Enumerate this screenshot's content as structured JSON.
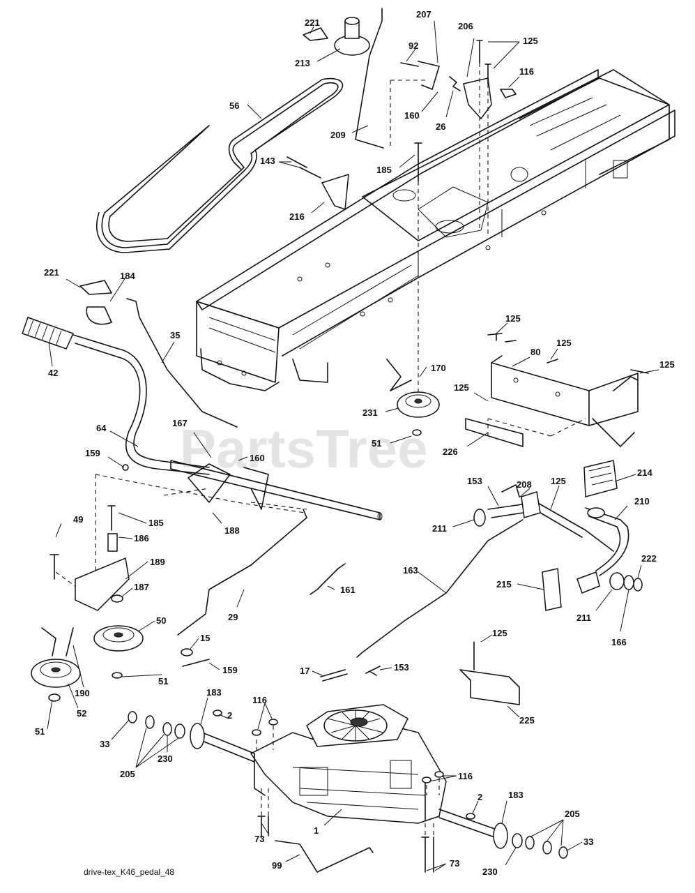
{
  "diagram": {
    "caption": "drive-tex_K46_pedal_48",
    "watermark": "PartsTree",
    "callouts": [
      {
        "id": "221a",
        "text": "221"
      },
      {
        "id": "213",
        "text": "213"
      },
      {
        "id": "207",
        "text": "207"
      },
      {
        "id": "206",
        "text": "206"
      },
      {
        "id": "125a",
        "text": "125"
      },
      {
        "id": "92",
        "text": "92"
      },
      {
        "id": "116a",
        "text": "116"
      },
      {
        "id": "56",
        "text": "56"
      },
      {
        "id": "160a",
        "text": "160"
      },
      {
        "id": "26",
        "text": "26"
      },
      {
        "id": "209",
        "text": "209"
      },
      {
        "id": "185a",
        "text": "185"
      },
      {
        "id": "143",
        "text": "143"
      },
      {
        "id": "216",
        "text": "216"
      },
      {
        "id": "221b",
        "text": "221"
      },
      {
        "id": "184",
        "text": "184"
      },
      {
        "id": "35",
        "text": "35"
      },
      {
        "id": "42",
        "text": "42"
      },
      {
        "id": "170",
        "text": "170"
      },
      {
        "id": "125b",
        "text": "125"
      },
      {
        "id": "80",
        "text": "80"
      },
      {
        "id": "125c",
        "text": "125"
      },
      {
        "id": "125d",
        "text": "125"
      },
      {
        "id": "125e",
        "text": "125"
      },
      {
        "id": "231",
        "text": "231"
      },
      {
        "id": "64",
        "text": "64"
      },
      {
        "id": "51a",
        "text": "51"
      },
      {
        "id": "226",
        "text": "226"
      },
      {
        "id": "167",
        "text": "167"
      },
      {
        "id": "159a",
        "text": "159"
      },
      {
        "id": "160b",
        "text": "160"
      },
      {
        "id": "214",
        "text": "214"
      },
      {
        "id": "153a",
        "text": "153"
      },
      {
        "id": "208",
        "text": "208"
      },
      {
        "id": "125f",
        "text": "125"
      },
      {
        "id": "210",
        "text": "210"
      },
      {
        "id": "211a",
        "text": "211"
      },
      {
        "id": "49",
        "text": "49"
      },
      {
        "id": "185b",
        "text": "185"
      },
      {
        "id": "186",
        "text": "186"
      },
      {
        "id": "188",
        "text": "188"
      },
      {
        "id": "189",
        "text": "189"
      },
      {
        "id": "163",
        "text": "163"
      },
      {
        "id": "222",
        "text": "222"
      },
      {
        "id": "187",
        "text": "187"
      },
      {
        "id": "161",
        "text": "161"
      },
      {
        "id": "215",
        "text": "215"
      },
      {
        "id": "50",
        "text": "50"
      },
      {
        "id": "29",
        "text": "29"
      },
      {
        "id": "211b",
        "text": "211"
      },
      {
        "id": "166",
        "text": "166"
      },
      {
        "id": "15",
        "text": "15"
      },
      {
        "id": "125g",
        "text": "125"
      },
      {
        "id": "159b",
        "text": "159"
      },
      {
        "id": "17",
        "text": "17"
      },
      {
        "id": "153b",
        "text": "153"
      },
      {
        "id": "190",
        "text": "190"
      },
      {
        "id": "51b",
        "text": "51"
      },
      {
        "id": "52",
        "text": "52"
      },
      {
        "id": "225",
        "text": "225"
      },
      {
        "id": "183a",
        "text": "183"
      },
      {
        "id": "116b",
        "text": "116"
      },
      {
        "id": "2a",
        "text": "2"
      },
      {
        "id": "51c",
        "text": "51"
      },
      {
        "id": "33a",
        "text": "33"
      },
      {
        "id": "230a",
        "text": "230"
      },
      {
        "id": "205a",
        "text": "205"
      },
      {
        "id": "116c",
        "text": "116"
      },
      {
        "id": "2b",
        "text": "2"
      },
      {
        "id": "183b",
        "text": "183"
      },
      {
        "id": "73a",
        "text": "73"
      },
      {
        "id": "1",
        "text": "1"
      },
      {
        "id": "205b",
        "text": "205"
      },
      {
        "id": "33b",
        "text": "33"
      },
      {
        "id": "99",
        "text": "99"
      },
      {
        "id": "73b",
        "text": "73"
      },
      {
        "id": "230b",
        "text": "230"
      }
    ]
  }
}
